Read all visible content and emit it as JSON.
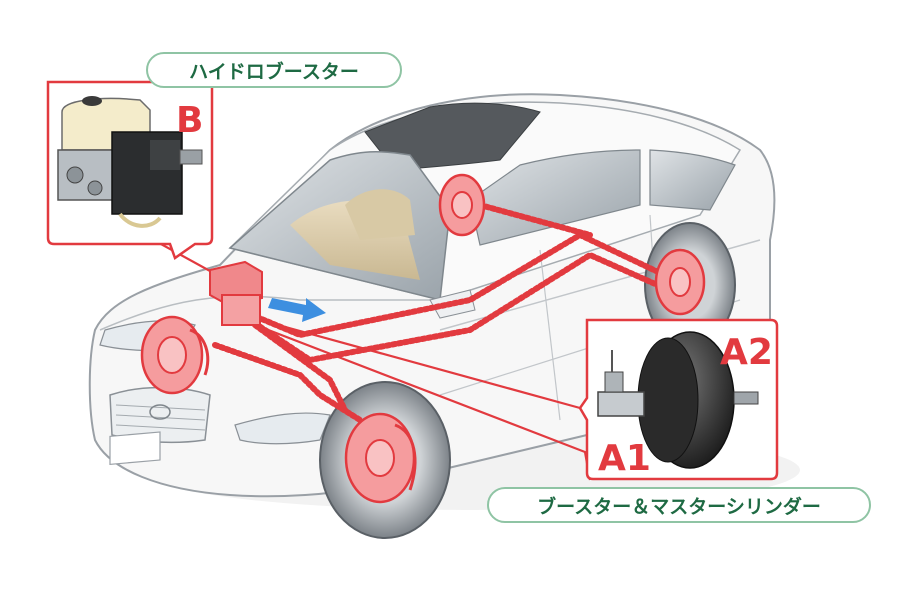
{
  "labels": {
    "hydro_booster": "ハイドロブースター",
    "booster_master": "ブースター＆マスターシリンダー",
    "b": "B",
    "a1": "A1",
    "a2": "A2"
  },
  "colors": {
    "accent_red": "#e23a3f",
    "pill_border": "#8fc4a4",
    "pill_text": "#1e6a43",
    "arrow_blue": "#3d8fe0"
  }
}
